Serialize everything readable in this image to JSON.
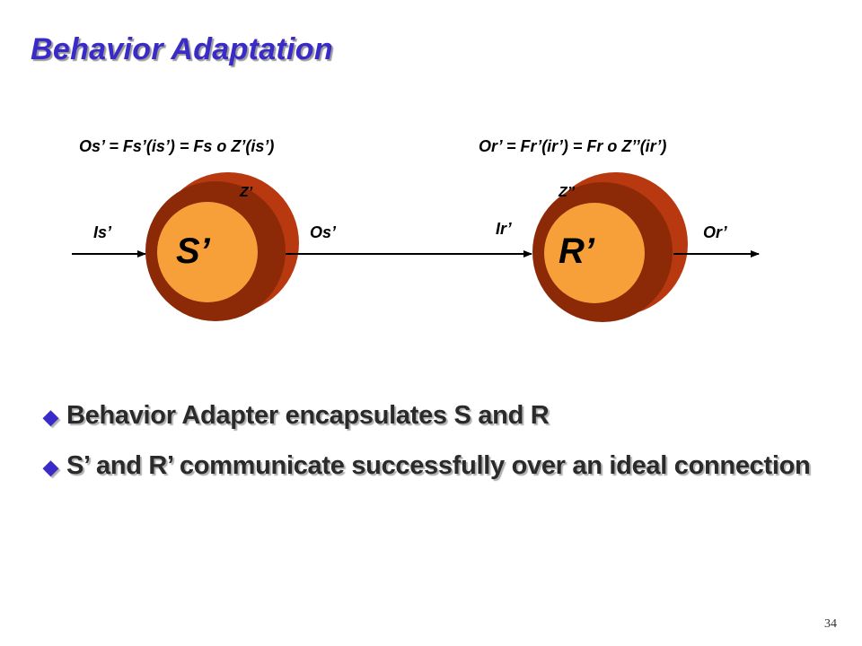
{
  "title": "Behavior Adaptation",
  "formulas": {
    "left": "Os’ = Fs’(is’) = Fs o Z’(is’)",
    "right": "Or’ = Fr’(ir’) = Fr o Z’’(ir’)"
  },
  "diagram": {
    "s_node": {
      "label": "S’",
      "wrapper_label": "Z’",
      "input_label": "Is’",
      "output_label": "Os’"
    },
    "r_node": {
      "label": "R’",
      "wrapper_label": "Z’’",
      "input_label": "Ir’",
      "output_label": "Or’"
    },
    "colors": {
      "inner": "#f7a03a",
      "ring": "#8c2a08",
      "outer_shadow": "#b8390f"
    }
  },
  "bullets": [
    {
      "text": "Behavior Adapter encapsulates S and R"
    },
    {
      "text": "S’ and R’ communicate successfully over an ideal connection"
    }
  ],
  "page_number": "34"
}
